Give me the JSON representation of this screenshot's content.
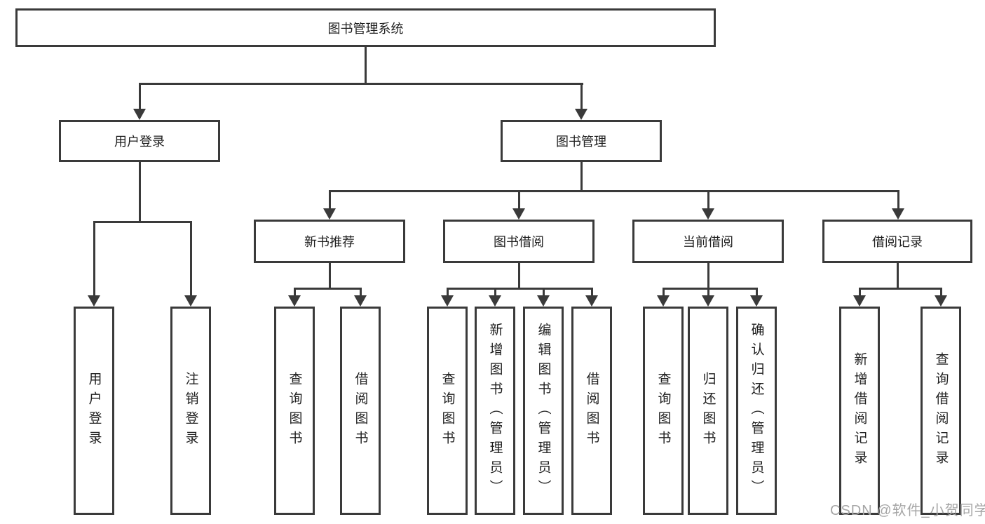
{
  "nodes": {
    "root": "图书管理系统",
    "level2": [
      {
        "label": "用户登录"
      },
      {
        "label": "图书管理"
      }
    ],
    "level3": [
      {
        "label": "新书推荐"
      },
      {
        "label": "图书借阅"
      },
      {
        "label": "当前借阅"
      },
      {
        "label": "借阅记录"
      }
    ],
    "leaves": {
      "user_login": [
        "用户登录",
        "注销登录"
      ],
      "recommend": [
        "查询图书",
        "借阅图书"
      ],
      "borrow": [
        "查询图书",
        "新增图书（管理员）",
        "编辑图书（管理员）",
        "借阅图书"
      ],
      "current": [
        "查询图书",
        "归还图书",
        "确认归还（管理员）"
      ],
      "records": [
        "新增借阅记录",
        "查询借阅记录"
      ]
    }
  },
  "watermark": {
    "text": "CSDN @软件_小贺同学",
    "color": "#a6a6a6"
  },
  "colors": {
    "line": "#3a3a3a",
    "text": "#1f1f1f",
    "background": "#ffffff"
  }
}
